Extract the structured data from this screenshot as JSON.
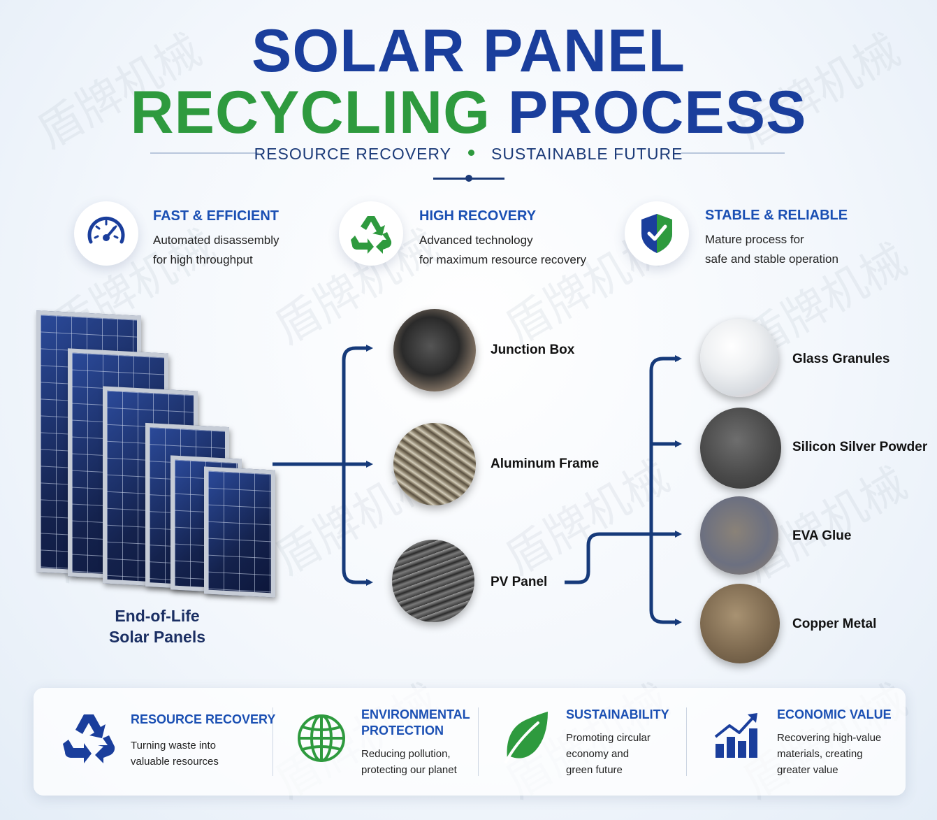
{
  "title": {
    "line1": "SOLAR PANEL",
    "line2_green": "RECYCLING",
    "line2_blue": "PROCESS",
    "subtitle_left": "RESOURCE  RECOVERY",
    "subtitle_right": "SUSTAINABLE FUTURE"
  },
  "watermark": "盾牌机械",
  "features": [
    {
      "title": "FAST & EFFICIENT",
      "line1": "Automated disassembly",
      "line2": "for high throughput",
      "icon": "speedometer-icon"
    },
    {
      "title": "HIGH RECOVERY",
      "line1": "Advanced technology",
      "line2": "for maximum resource recovery",
      "icon": "recycle-icon"
    },
    {
      "title": "STABLE & RELIABLE",
      "line1": "Mature process for",
      "line2": "safe and stable operation",
      "icon": "shield-check-icon"
    }
  ],
  "source": {
    "line1": "End-of-Life",
    "line2": "Solar Panels"
  },
  "components": [
    "Junction Box",
    "Aluminum Frame",
    "PV Panel"
  ],
  "materials": [
    "Glass Granules",
    "Silicon Silver Powder",
    "EVA Glue",
    "Copper Metal"
  ],
  "benefits": [
    {
      "title1": "RESOURCE RECOVERY",
      "title2": "",
      "lines": [
        "Turning waste into",
        "valuable resources"
      ],
      "icon": "recycle-icon"
    },
    {
      "title1": "ENVIRONMENTAL",
      "title2": "PROTECTION",
      "lines": [
        "Reducing pollution,",
        "protecting our planet"
      ],
      "icon": "globe-icon"
    },
    {
      "title1": "SUSTAINABILITY",
      "title2": "",
      "lines": [
        "Promoting circular",
        "economy and",
        "green future"
      ],
      "icon": "leaf-icon"
    },
    {
      "title1": "ECONOMIC VALUE",
      "title2": "",
      "lines": [
        "Recovering high-value",
        "materials, creating",
        "greater value"
      ],
      "icon": "growth-chart-icon"
    }
  ],
  "colors": {
    "navy": "#1a3e9c",
    "green": "#2e9a3e",
    "flow": "#163a7a",
    "accent": "#1a4fb3"
  }
}
